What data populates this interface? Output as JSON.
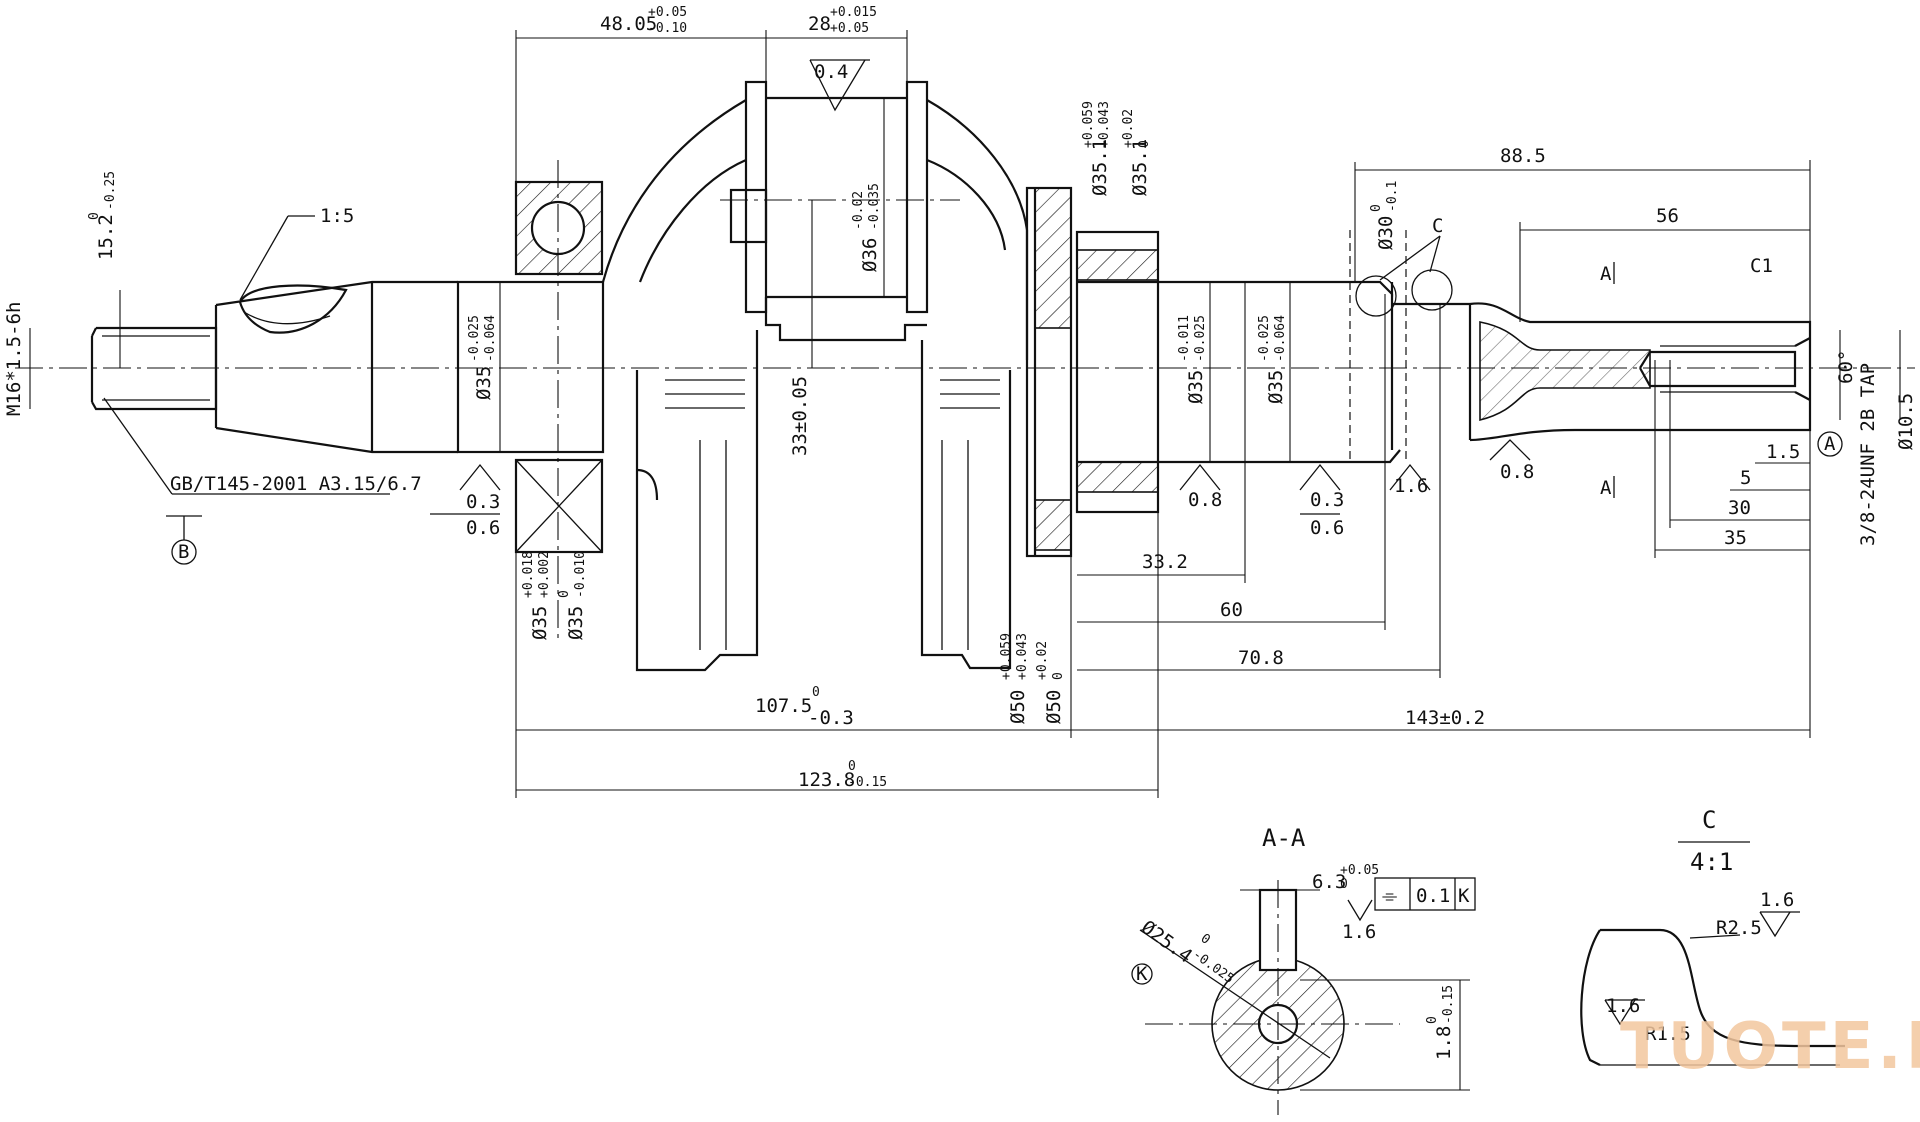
{
  "dimensions": {
    "d_48_05": "48.05",
    "d_48_05_tol_up": "+0.05",
    "d_48_05_tol_low": "-0.10",
    "d_28": "28",
    "d_28_tol_up": "+0.015",
    "d_28_tol_low": "+0.05",
    "d_88_5": "88.5",
    "d_56": "56",
    "c1": "C1",
    "d_15_2": "15.2",
    "d_15_2_tol_up": "0",
    "d_15_2_tol_low": "-0.25",
    "taper": "1:5",
    "thread_m16": "M16*1.5-6h",
    "gb_standard": "GB/T145-2001 A3.15/6.7",
    "d_phi35_a": "Ø35",
    "d_phi35_a_tol_up": "-0.025",
    "d_phi35_a_tol_low": "-0.064",
    "d_phi36": "Ø36",
    "d_phi36_tol_up": "-0.02",
    "d_phi36_tol_low": "-0.035",
    "d_33": "33±0.05",
    "d_phi35_1_a": "Ø35.1",
    "d_phi35_1_a_tol_up": "+0.059",
    "d_phi35_1_a_tol_low": "+0.043",
    "d_phi35_1_b": "Ø35.1",
    "d_phi35_1_b_tol_up": "+0.02",
    "d_phi35_1_b_tol_low": "0",
    "d_phi30": "Ø30",
    "d_phi30_tol_up": "0",
    "d_phi30_tol_low": "-0.1",
    "d_phi35_b": "Ø35",
    "d_phi35_b_tol_up": "-0.011",
    "d_phi35_b_tol_low": "-0.025",
    "d_phi35_c": "Ø35",
    "d_phi35_c_tol_up": "-0.025",
    "d_phi35_c_tol_low": "-0.064",
    "d_phi35_d": "Ø35",
    "d_phi35_d_tol_up": "+0.018",
    "d_phi35_d_tol_low": "+0.002",
    "d_phi35_e": "Ø35",
    "d_phi35_e_tol_up": "0",
    "d_phi35_e_tol_low": "-0.010",
    "d_phi50_a": "Ø50",
    "d_phi50_a_tol_up": "+0.059",
    "d_phi50_a_tol_low": "+0.043",
    "d_phi50_b": "Ø50",
    "d_phi50_b_tol_up": "+0.02",
    "d_phi50_b_tol_low": "0",
    "d_33_2": "33.2",
    "d_60": "60",
    "d_70_8": "70.8",
    "d_107_5": "107.5",
    "d_107_5_tol_up": "0",
    "d_107_5_tol_low": "-0.3",
    "d_143": "143±0.2",
    "d_123_8": "123.8",
    "d_123_8_tol_up": "0",
    "d_123_8_tol_low": "-0.15",
    "d_1_5": "1.5",
    "d_5": "5",
    "d_30": "30",
    "d_35": "35",
    "angle_60": "60°",
    "tap": "3/8-24UNF 2B TAP",
    "d_phi10_5": "Ø10.5"
  },
  "roughness": {
    "r_0_4": "0.4",
    "r_0_3_left": "0.3",
    "r_0_6_left": "0.6",
    "r_0_8_a": "0.8",
    "r_0_3_right": "0.3",
    "r_0_6_right": "0.6",
    "r_1_6_a": "1.6",
    "r_0_8_b": "0.8"
  },
  "labels": {
    "section_a_top": "A",
    "section_a_bottom": "A",
    "callout_c": "C",
    "datum_b": "B",
    "datum_a": "A",
    "datum_k": "K"
  },
  "section_aa": {
    "title": "A-A",
    "keyway_width": "6.3",
    "keyway_width_tol_up": "+0.05",
    "keyway_width_tol_low": "0",
    "symmetry_symbol": "⌯",
    "tolerance": "0.1",
    "datum": "K",
    "roughness": "1.6",
    "diameter": "Ø25.4",
    "diameter_tol_up": "0",
    "diameter_tol_low": "-0.025",
    "depth": "1.8",
    "depth_tol_up": "0",
    "depth_tol_low": "-0.15"
  },
  "detail_c": {
    "title": "C",
    "scale": "4:1",
    "roughness_top": "1.6",
    "roughness_left": "1.6",
    "radius_large": "R2.5",
    "radius_small": "R1.5"
  },
  "watermark": "TUOTE.FI",
  "colors": {
    "line": "#111111",
    "background": "#ffffff",
    "watermark": "#f3c79e"
  }
}
